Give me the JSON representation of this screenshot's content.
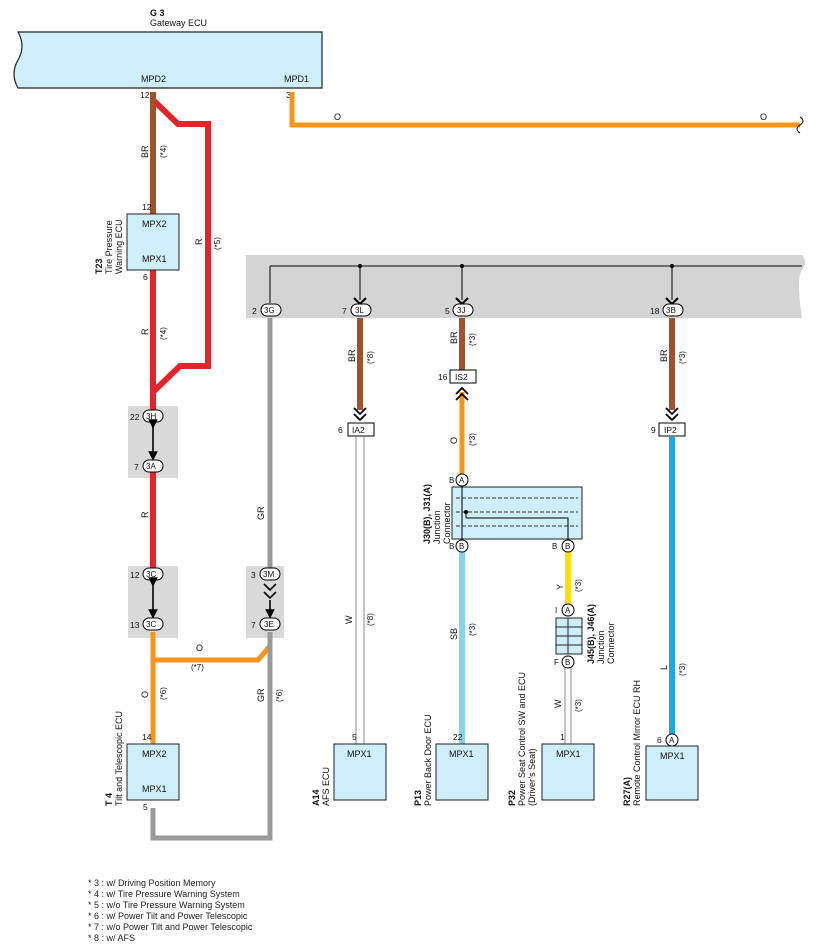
{
  "gateway": {
    "code": "G 3",
    "name": "Gateway ECU",
    "pin_left": "MPD2",
    "pin_right": "MPD1",
    "pin_left_no": "12",
    "pin_right_no": "3"
  },
  "wires": {
    "o_main_a": "O",
    "o_main_b": "O",
    "br_top": "BR",
    "br_top_note": "(*4)",
    "r_bypass": "R",
    "r_bypass_note": "(*5)",
    "r_mid": "R",
    "r_mid_note": "(*4)",
    "r_low": "R",
    "gr_mid": "GR",
    "o_cross": "O",
    "o_cross_note": "(*7)",
    "o_tilt": "O",
    "o_tilt_note": "(*6)",
    "gr_low": "GR",
    "gr_low_note": "(*6)",
    "br_3l": "BR",
    "br_3l_note": "(*8)",
    "w_afs": "W",
    "w_afs_note": "(*8)",
    "br_3j": "BR",
    "br_3j_note": "(*3)",
    "o_jc": "O",
    "o_jc_note": "(*3)",
    "sb_pbd": "SB",
    "sb_pbd_note": "(*3)",
    "y_jc": "Y",
    "y_jc_note": "(*3)",
    "w_seat": "W",
    "w_seat_note": "(*3)",
    "br_3b": "BR",
    "br_3b_note": "(*3)",
    "l_mirror": "L",
    "l_mirror_note": "(*3)"
  },
  "tpw_ecu": {
    "code": "T23",
    "name_l1": "Tire Pressure",
    "name_l2": "Warning ECU",
    "pin_top": "MPX2",
    "pin_bottom": "MPX1",
    "pin_top_no": "12",
    "pin_bottom_no": "6"
  },
  "tilt_ecu": {
    "code": "T 4",
    "name": "Tilt and Telescopic ECU",
    "pin_top": "MPX2",
    "pin_bottom": "MPX1",
    "pin_top_no": "14",
    "pin_bottom_no": "5"
  },
  "bus_connectors": {
    "c3g": "3G",
    "c3g_no": "2",
    "c3l": "3L",
    "c3l_no": "7",
    "c3j": "3J",
    "c3j_no": "5",
    "c3b": "3B",
    "c3b_no": "18"
  },
  "inline_connectors": {
    "c3h": "3H",
    "c3h_no": "22",
    "c3a": "3A",
    "c3a_no": "7",
    "c3c_top": "3C",
    "c3c_top_no": "12",
    "c3c_bot": "3C",
    "c3c_bot_no": "13",
    "c3m": "3M",
    "c3m_no": "3",
    "c3e": "3E",
    "c3e_no": "7",
    "ia2": "IA2",
    "ia2_no": "6",
    "is2": "IS2",
    "is2_no": "16",
    "ip2": "IP2",
    "ip2_no": "9"
  },
  "junction_a": {
    "code": "J30(B), J31(A)",
    "name_l1": "Junction",
    "name_l2": "Connector",
    "pin_a": "A",
    "pin_b_left": "B",
    "pin_b_right": "B",
    "lbl_a": "B",
    "lbl_bl": "B",
    "lbl_br": "B"
  },
  "junction_b": {
    "code": "J45(B), J46(A)",
    "name_l1": "Junction",
    "name_l2": "Connector",
    "pin_top": "A",
    "pin_bottom": "B",
    "lbl_top": "I",
    "lbl_bottom": "F"
  },
  "ecus": {
    "afs": {
      "code": "A14",
      "name": "AFS ECU",
      "pin": "MPX1",
      "pin_no": "5"
    },
    "pbd": {
      "code": "P13",
      "name": "Power Back Door ECU",
      "pin": "MPX1",
      "pin_no": "22"
    },
    "seat": {
      "code": "P32",
      "name_l1": "Power Seat Control SW and ECU",
      "name_l2": "(Driver’s Seat)",
      "pin": "MPX1",
      "pin_no": "1"
    },
    "mirror": {
      "code": "R27(A)",
      "name": "Remote Control Mirror ECU RH",
      "pin": "MPX1",
      "pin_no": "6",
      "pin_conn": "A"
    }
  },
  "footnotes": [
    "* 3 : w/ Driving Position Memory",
    "* 4 : w/ Tire Pressure Warning System",
    "* 5 : w/o Tire Pressure Warning System",
    "* 6 : w/ Power Tilt and Power Telescopic",
    "* 7 : w/o Power Tilt and Power Telescopic",
    "* 8 : w/ AFS"
  ],
  "colors": {
    "red": "#e3242b",
    "brown": "#a0522d",
    "orange": "#f7941d",
    "gray": "#9a9a9a",
    "skyblue": "#87d3f0",
    "blue": "#1ea7e8",
    "yellow": "#ffe000",
    "panel": "#cdeefa",
    "bus": "#d4d4d4"
  }
}
